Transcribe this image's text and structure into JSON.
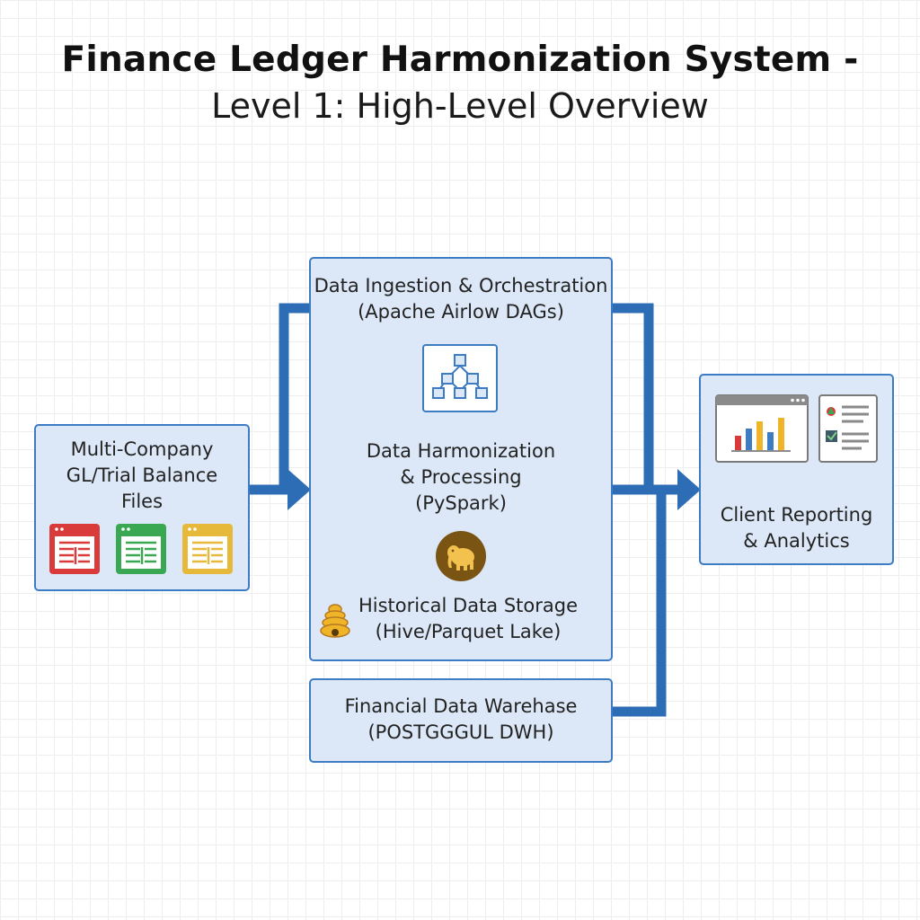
{
  "title": "Finance Ledger Harmonization System -",
  "subtitle": "Level 1: High-Level Overview",
  "nodes": {
    "source": {
      "lines": [
        "Multi-Company",
        "GL/Trial Balance",
        "Files"
      ]
    },
    "ingestion": {
      "lines": [
        "Data Ingestion & Orchestration",
        "(Apache Airlow DAGs)"
      ]
    },
    "processing": {
      "lines": [
        "Data Harmonization",
        "& Processing",
        "(PySpark)"
      ]
    },
    "storage": {
      "lines": [
        "Historical Data Storage",
        "(Hive/Parquet Lake)"
      ]
    },
    "warehouse": {
      "lines": [
        "Financial Data Warehase",
        "(POSTGGGUL DWH)"
      ]
    },
    "reporting": {
      "lines": [
        "Client Reporting",
        "& Analytics"
      ]
    }
  },
  "colors": {
    "box_fill": "#dce8f7",
    "box_border": "#3d7bc2",
    "connector": "#2d6db5",
    "file_red": "#d93a3a",
    "file_green": "#3aa853",
    "file_yellow": "#e6b93a",
    "spark_circle": "#7a5413",
    "hive_yellow": "#f0b429"
  },
  "icons": {
    "file_icons": [
      "spreadsheet-red-icon",
      "spreadsheet-green-icon",
      "spreadsheet-yellow-icon"
    ],
    "dag_icon": "dag-network-icon",
    "spark_icon": "elephant-icon",
    "hive_icon": "beehive-icon",
    "dashboard_icons": [
      "bar-chart-dashboard-icon",
      "report-checklist-icon"
    ]
  }
}
